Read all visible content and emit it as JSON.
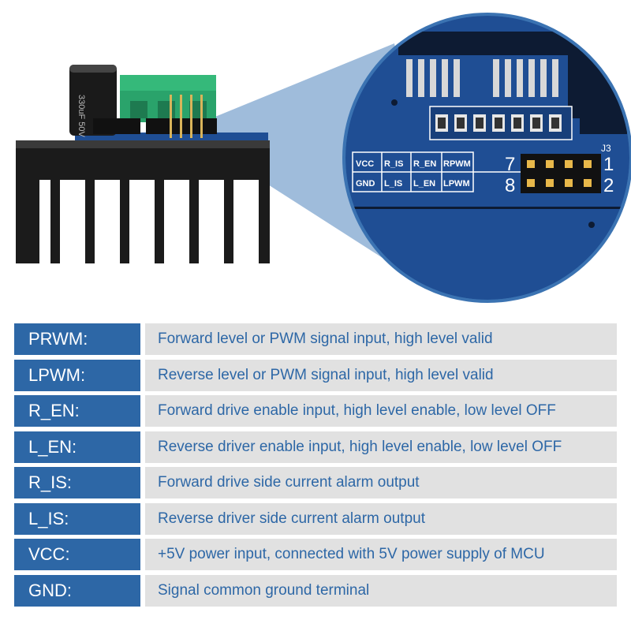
{
  "colors": {
    "label_bg": "#2d67a6",
    "label_text": "#ffffff",
    "desc_bg": "#e1e1e1",
    "desc_text": "#2d67a6",
    "pcb_blue": "#1f4e94",
    "callout": "#7fa6cf"
  },
  "board": {
    "capacitor_text": "330uF 50V",
    "pin_labels_top": [
      "VCC",
      "R_IS",
      "R_EN",
      "RPWM"
    ],
    "pin_labels_bottom": [
      "GND",
      "L_IS",
      "L_EN",
      "LPWM"
    ],
    "pin_numbers": [
      "7",
      "8",
      "1",
      "2"
    ],
    "header_ref": "J3"
  },
  "pins": [
    {
      "label": "PRWM:",
      "description": "Forward level or PWM signal input, high level valid"
    },
    {
      "label": "LPWM:",
      "description": "Reverse level or PWM signal input, high level valid"
    },
    {
      "label": "R_EN:",
      "description": "Forward drive enable input, high level enable, low level OFF"
    },
    {
      "label": "L_EN:",
      "description": "Reverse driver enable input, high level enable, low level OFF"
    },
    {
      "label": "R_IS:",
      "description": "Forward drive side current alarm output"
    },
    {
      "label": "L_IS:",
      "description": "Reverse driver side current alarm output"
    },
    {
      "label": "VCC:",
      "description": "+5V power input, connected with 5V power supply of MCU"
    },
    {
      "label": "GND:",
      "description": "Signal common ground terminal"
    }
  ]
}
